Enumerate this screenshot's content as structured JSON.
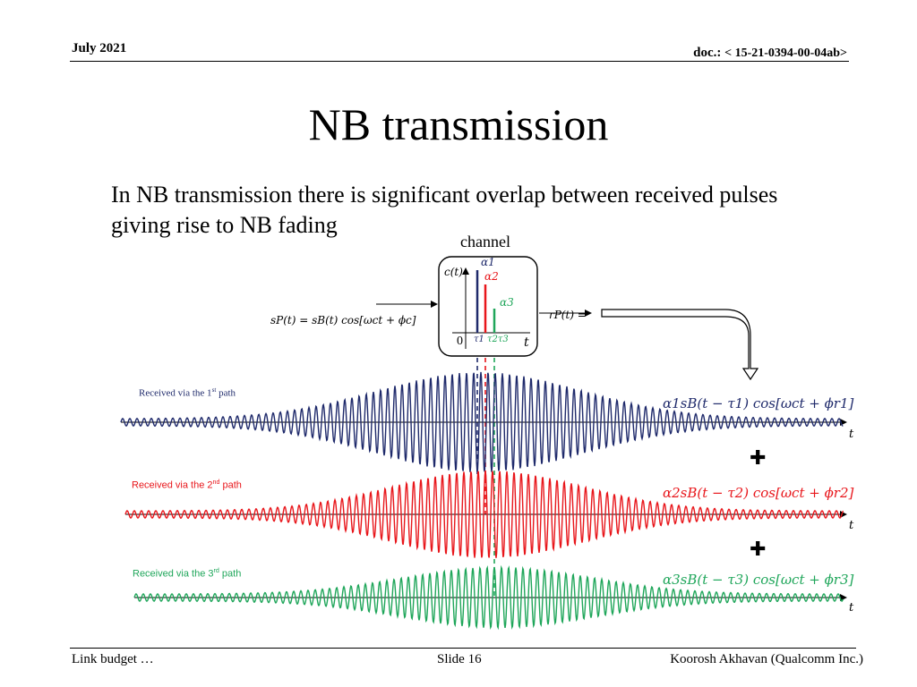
{
  "header": {
    "date": "July 2021",
    "doc_prefix": "doc.: ",
    "doc_id": "< 15-21-0394-00-04ab>"
  },
  "slide": {
    "title": "NB transmission",
    "body_lines": [
      "In NB transmission there is significant overlap between received pulses",
      "giving rise to NB fading"
    ]
  },
  "diagram": {
    "channel_label": "channel",
    "input_formula": "sP(t) = sB(t) cos[ωct + ϕc]",
    "output_formula": "rP(t) =",
    "impulse_label": "c(t)",
    "origin_label": "0",
    "time_axis_label": "t",
    "alpha_labels": [
      "α1",
      "α2",
      "α3"
    ],
    "tau_labels": [
      "τ1",
      "τ2τ3"
    ],
    "paths": [
      {
        "sup_label": "Received via the 1",
        "sup": "st",
        "sup_tail": " path",
        "formula": "α1sB(t − τ1) cos[ωct + ϕr1]",
        "axis_label": "t",
        "color": "#1f2a6b"
      },
      {
        "sup_label": "Received via the 2",
        "sup": "nd",
        "sup_tail": " path",
        "formula": "α2sB(t − τ2) cos[ωct + ϕr2]",
        "axis_label": "t",
        "color": "#e8161b"
      },
      {
        "sup_label": "Received via the 3",
        "sup": "rd",
        "sup_tail": " path",
        "formula": "α3sB(t − τ3) cos[ωct + ϕr3]",
        "axis_label": "t",
        "color": "#1fa65a"
      }
    ],
    "plus_symbol": "✚"
  },
  "footer": {
    "left": "Link budget …",
    "center": "Slide 16",
    "right": "Koorosh Akhavan (Qualcomm Inc.)"
  }
}
